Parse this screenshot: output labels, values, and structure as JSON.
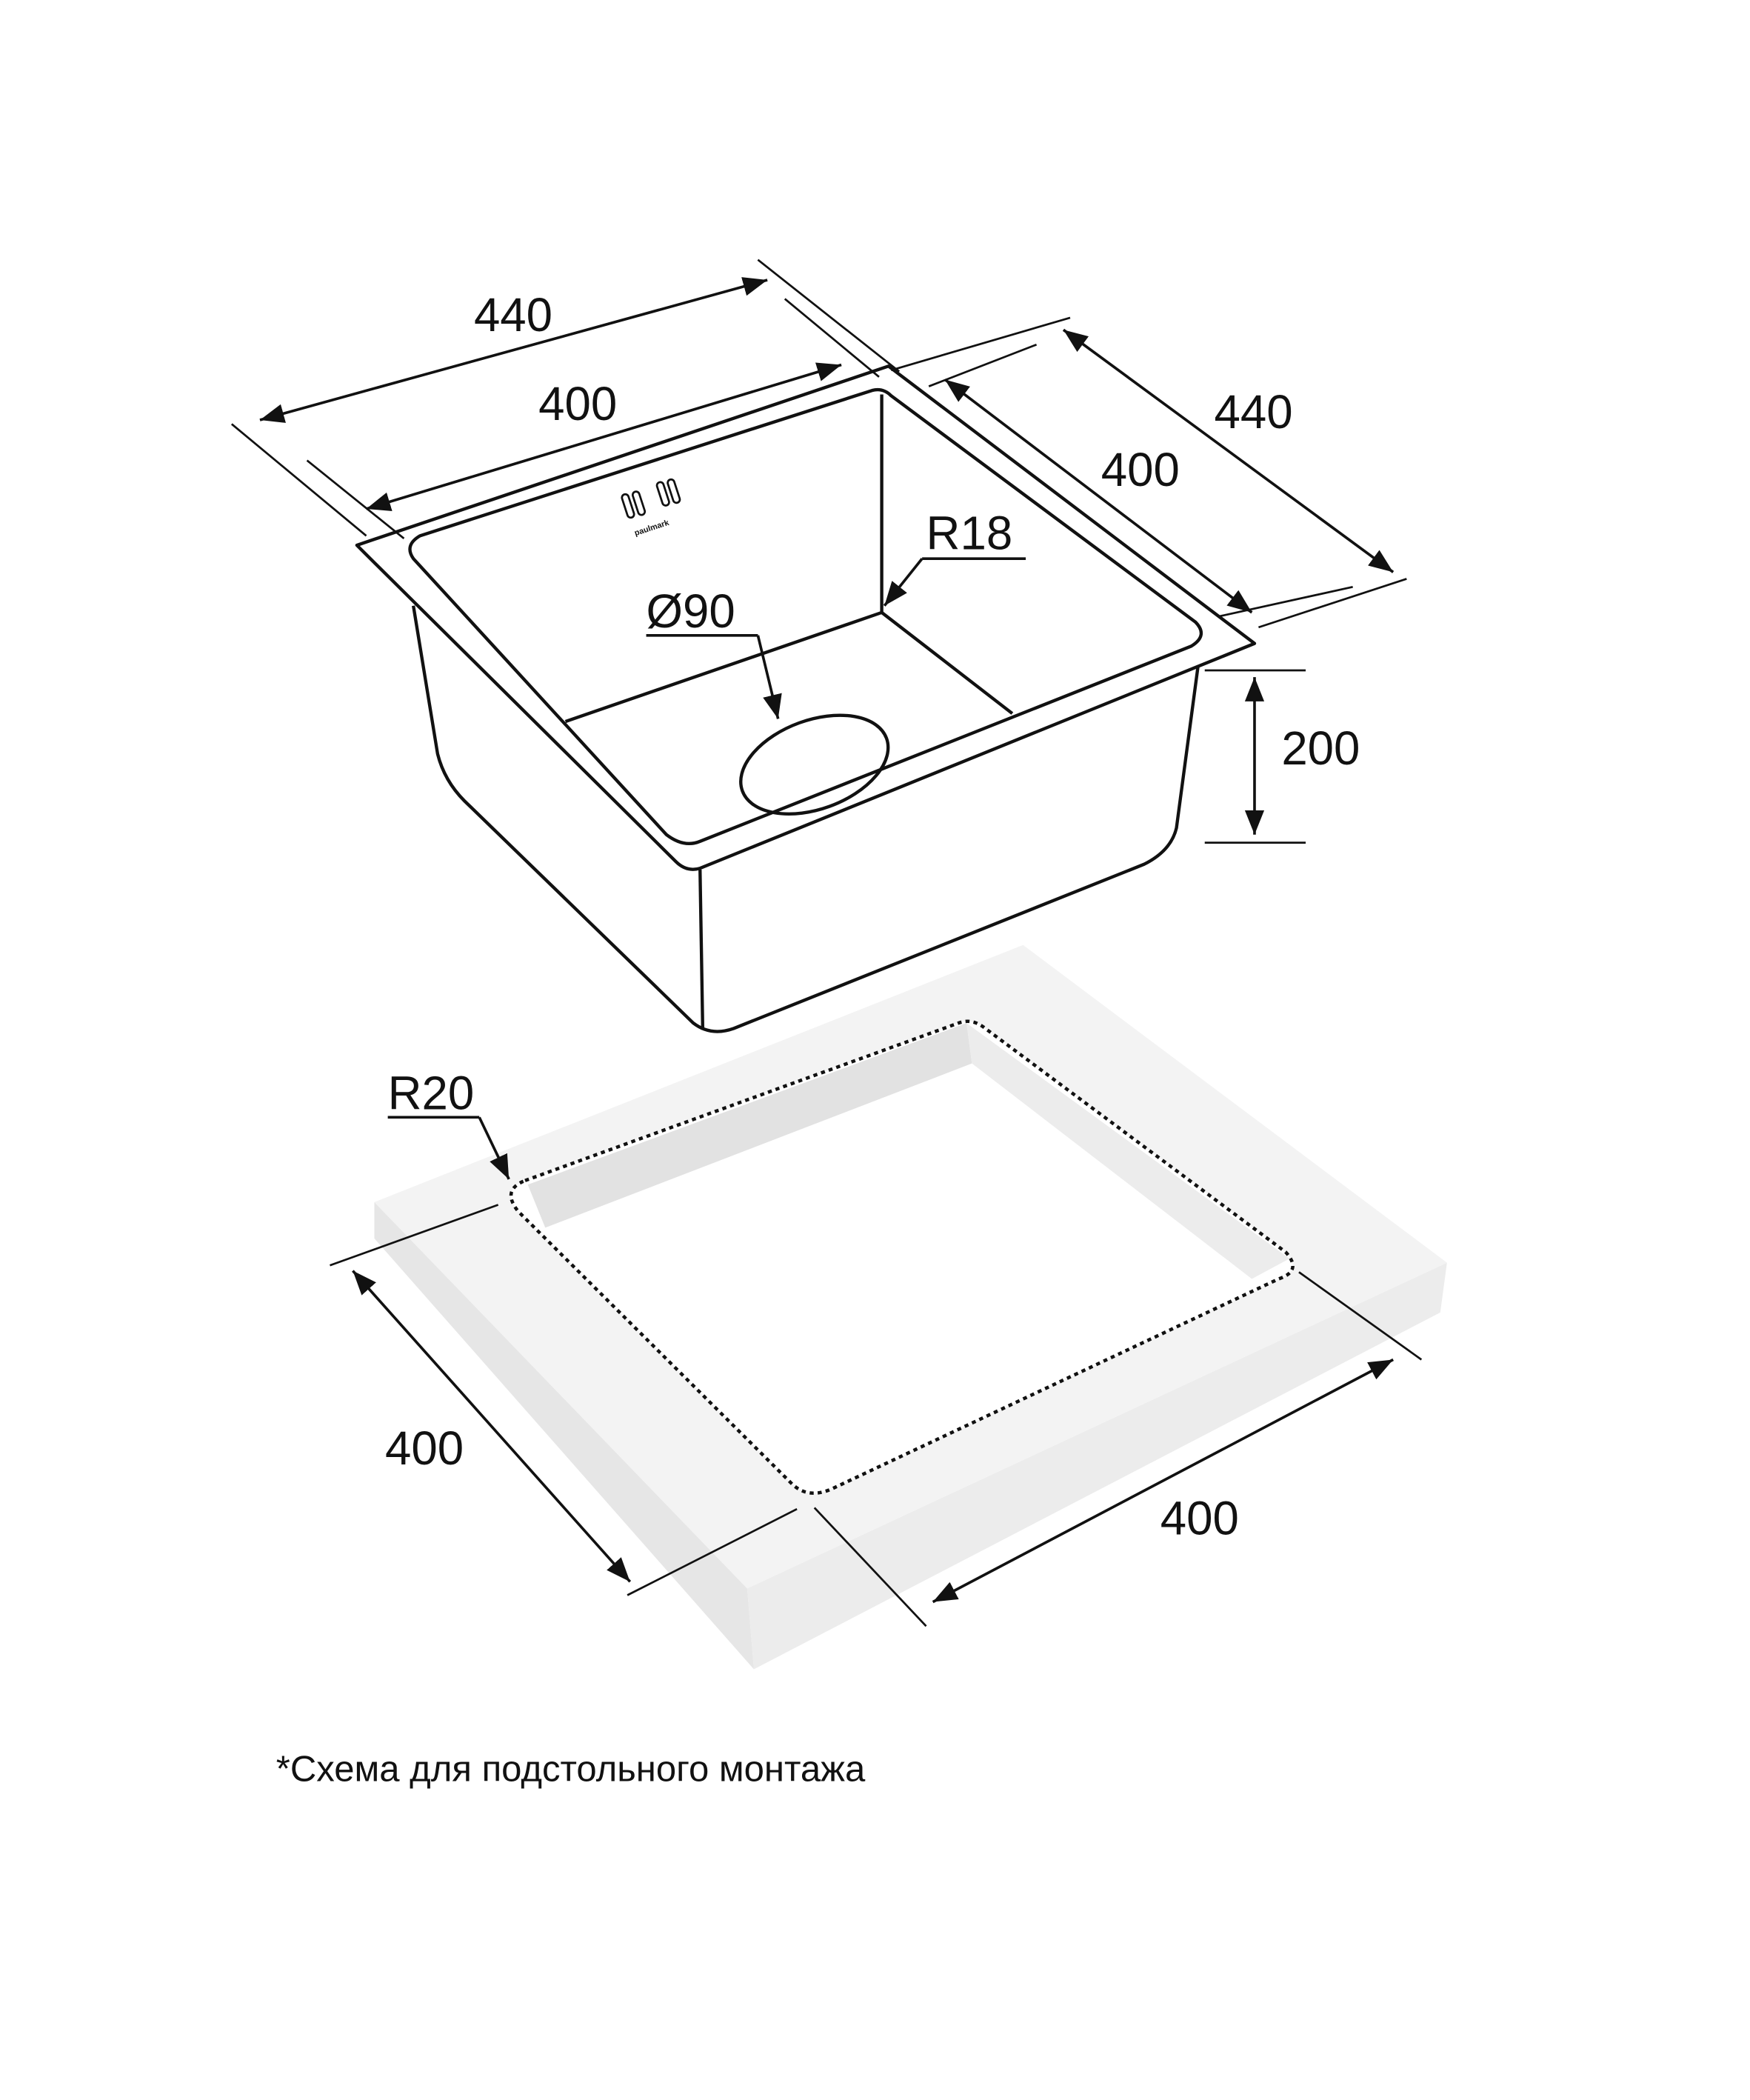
{
  "sink": {
    "brand_logo": "paulmark",
    "dimensions": {
      "outer_length": "440",
      "inner_length": "400",
      "outer_width": "440",
      "inner_width": "400",
      "corner_radius": "R18",
      "drain_diameter": "Ø90",
      "depth": "200"
    }
  },
  "countertop_cutout": {
    "corner_radius": "R20",
    "width": "400",
    "length": "400"
  },
  "caption": "*Схема для подстольного монтажа",
  "colors": {
    "line": "#111111",
    "counter_top": "#f3f3f3",
    "counter_side": "#e4e4e4"
  }
}
